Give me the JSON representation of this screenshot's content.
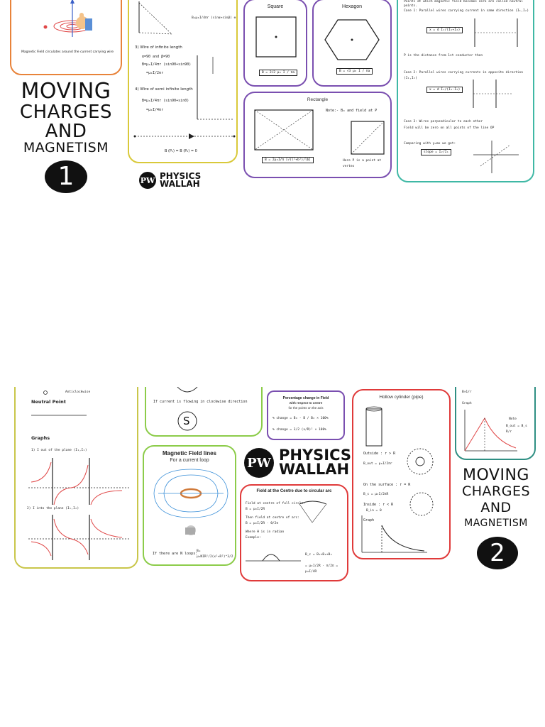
{
  "page1": {
    "caption_field": "Magnetic Field circulates around the current carrying wire",
    "title_line1": "MOVING",
    "title_line2": "CHARGES",
    "title_line3": "AND",
    "title_line4": "MAGNETISM",
    "number": "1",
    "brand_line1": "PHYSICS",
    "brand_line2": "WALLAH",
    "wire_formula": "B=μ₀I/4πr (sinα+sinβ) ⊗",
    "semi_infinite": "3) Wire of infinite length",
    "semi_infinite_2": "4) Wire of semi infinite length",
    "alpha_beta": "α=90  and  β=90",
    "b_infinite": "B=μ₀I/4πr (sin90+sin90)",
    "b_result": "=μ₀I/2πr",
    "b_semi": "B=μ₀I/4πr (sin90+sin0)",
    "b_semi_result": "=μ₀I/4πr",
    "b_p1_p2": "B (P₁) = B (P₂) = 0",
    "square_title": "Square",
    "square_formula": "B = 2√2 μ₀ I / πa",
    "hexagon_title": "Hexagon",
    "hexagon_formula": "B = √3 μ₀ I / πa",
    "rectangle_title": "Rectangle",
    "rectangle_formula": "B = 2μ₀I/π [√(l²+b²)/lb]",
    "rect_note": "Note:- B₀ and field at P",
    "vertex_note": "Here P is a point at vertex",
    "neutral_points": "Points at which magnetic field becomes zero are called neutral points.",
    "case1": "Case 1: Parallel wires carrying current in same direction (I₁,I₂)",
    "case1_formula": "x = d I₁/(I₁+I₂)",
    "distance_note": "P is the distance from 1st conductor then",
    "case2": "Case 2: Parallel wires carrying currents in opposite direction (I₁,I₂)",
    "case2_formula": "x = d I₁/(I₁-I₂)",
    "case3": "Case 3: Wires perpendicular to each other",
    "case3_b": "Field will be zero on all points of the line OP",
    "compare": "Comparing with y=mx we get:",
    "slope": "slope = I₂/I₁"
  },
  "page2": {
    "anticlockwise": "Anticlockwise",
    "neutral_point": "Neutral Point",
    "graphs": "Graphs",
    "graph1": "1)  I out of the plane (I₁,I₂)",
    "graph2": "2) I into the plane (I₁,I₂)",
    "clockwise_note": "If current is flowing in clockwise direction",
    "s_symbol": "S",
    "field_lines_title": "Magnetic Field lines",
    "field_lines_sub": "For a current loop",
    "n_loops": "If there are N loops:",
    "n_loops_formula": "B= μ₀NIR²/2(x²+R²)^3/2",
    "percentage_title": "Percentage change in Field",
    "percentage_sub": "with respect to centre",
    "percentage_sub2": "for the points on the axis",
    "percentage_line1": "% change = B₀ - B / B₀ × 100%",
    "percentage_line2": "% change = 3/2 (x/R)² × 100%",
    "brand_line1": "PHYSICS",
    "brand_line2": "WALLAH",
    "arc_title": "Field at the Centre due to circular arc",
    "arc_line1": "Field at centre of full circle:",
    "arc_line1b": "B = μ₀I/2R",
    "arc_line2": "Then field at centre of arc:",
    "arc_line2b": "B = μ₀I/2R · θ/2π",
    "arc_line3": "Where θ is in radian",
    "arc_example": "Example:",
    "arc_sum": "B_c = B₁+B₂+B₃",
    "arc_result": "= μ₀I/2R · π/2π = μ₀I/4R",
    "hollow_title": "Hollow cylinder (pipe)",
    "outside": "Outside : r > R",
    "b_out": "B_out = μ₀I/2πr",
    "on_surface": "On the surface : r = R",
    "b_surface": "B_s = μ₀I/2πR",
    "inside": "Inside : r < R",
    "b_in": "B_in = 0",
    "graph": "Graph",
    "b_r": "B∝1/r",
    "note_text": "Note",
    "note_formula": "B_out = B_s R/r",
    "title_line1": "MOVING",
    "title_line2": "CHARGES",
    "title_line3": "AND",
    "title_line4": "MAGNETISM",
    "number": "2"
  },
  "colors": {
    "orange": "#e8833a",
    "yellow": "#d9c93a",
    "purple": "#7a4fb0",
    "teal": "#3fb8a5",
    "olive": "#c9c64a",
    "green": "#8ccc4a",
    "red": "#e03a3a",
    "pink": "#e07ab0",
    "dark_teal": "#2f8f83"
  }
}
